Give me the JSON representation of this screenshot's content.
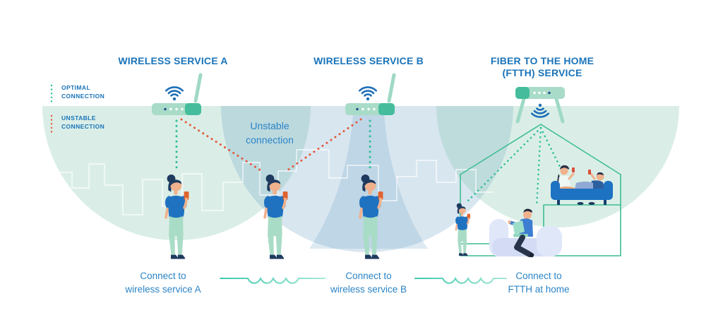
{
  "titles": {
    "wireless_a": "WIRELESS SERVICE A",
    "wireless_b": "WIRELESS SERVICE B",
    "ftth": [
      "FIBER TO THE HOME",
      "(FTTH) SERVICE"
    ]
  },
  "legend": {
    "optimal": [
      "OPTIMAL",
      "CONNECTION"
    ],
    "unstable": [
      "UNSTABLE",
      "CONNECTION"
    ]
  },
  "annotation_unstable": [
    "Unstable",
    "connection"
  ],
  "captions": {
    "wireless_a": [
      "Connect to",
      "wireless service A"
    ],
    "wireless_b": [
      "Connect to",
      "wireless service B"
    ],
    "ftth": [
      "Connect to",
      "FTTH at home"
    ]
  },
  "icons": {
    "wifi_up": "wifi-icon",
    "wifi_down": "wifi-down-icon",
    "router": "router-icon",
    "house": "house-outline-icon",
    "optimal_dots": "green-dotted-line",
    "unstable_dots": "red-dotted-line",
    "wave_connector": "wavy-line-connector"
  },
  "colors": {
    "title_blue": "#1a74ba",
    "label_blue": "#2b84c6",
    "optimal_dot": "#2fbf9a",
    "unstable_dot": "#e2593c",
    "router_body": "#a9dcc8",
    "router_cap": "#45bd9c",
    "router_led_dark": "#1b4f8a",
    "wifi_blue": "#1d6fb7",
    "house_line": "#3dbd92",
    "dome_mint": "#e0f1ea",
    "dome_blue": "#d8e6f1",
    "wave_teal": "#3fc9ae",
    "person_shirt": "#1f72c0",
    "person_pants": "#a9dcc6",
    "person_hair": "#1e3a5f",
    "person_skin": "#f0b18d",
    "phone_orange": "#e0622f",
    "couch_blue": "#1d72c2",
    "armchair_lilac": "#dde4f7"
  }
}
